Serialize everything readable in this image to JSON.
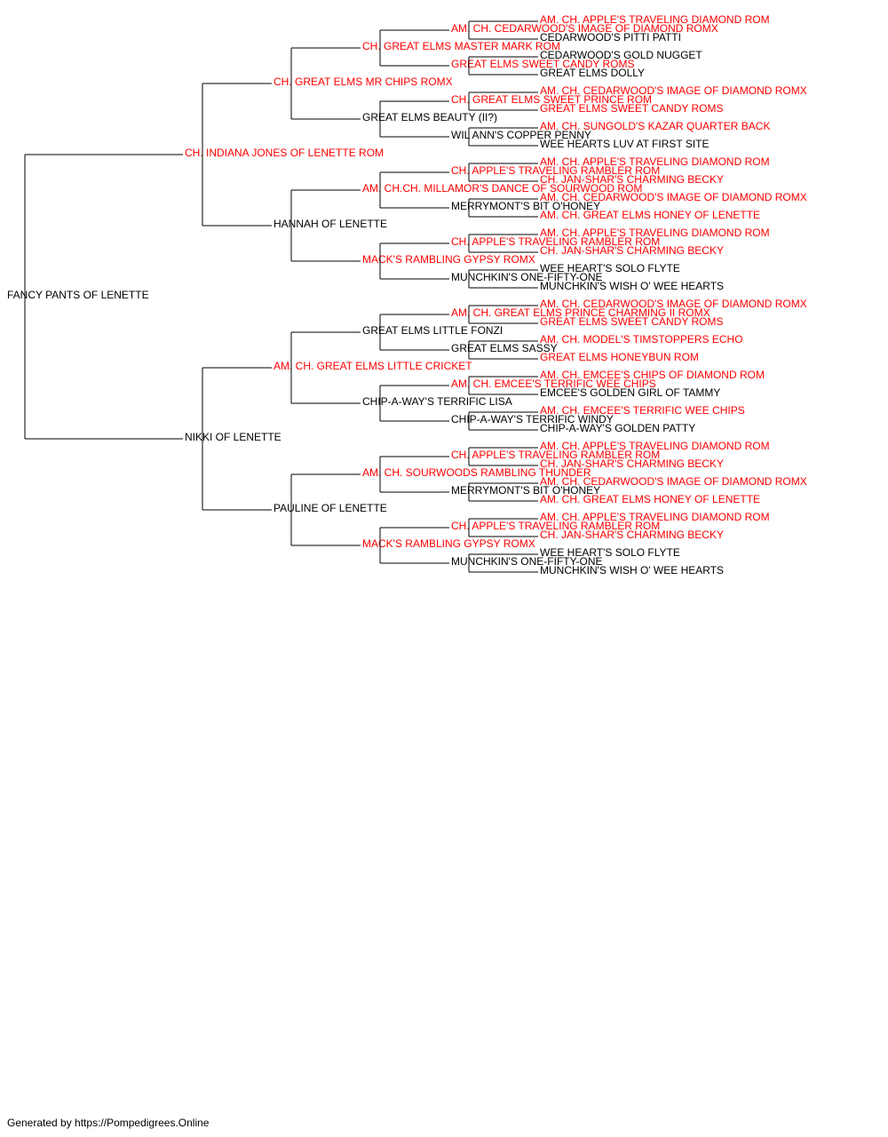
{
  "highlight_color": "#ff0000",
  "normal_color": "#000000",
  "line_color": "#000000",
  "pedigree": {
    "name": "FANCY PANTS OF LENETTE",
    "champion": false,
    "sire": {
      "name": "CH. INDIANA JONES OF LENETTE ROM",
      "champion": true,
      "sire": {
        "name": "CH. GREAT ELMS MR CHIPS ROMX",
        "champion": true,
        "sire": {
          "name": "CH. GREAT ELMS MASTER MARK ROM",
          "champion": true,
          "sire": {
            "name": "AM. CH. CEDARWOOD'S IMAGE OF DIAMOND ROMX",
            "champion": true,
            "sire": {
              "name": "AM. CH. APPLE'S TRAVELING DIAMOND ROM",
              "champion": true
            },
            "dam": {
              "name": "CEDARWOOD'S PITTI PATTI",
              "champion": false
            }
          },
          "dam": {
            "name": "GREAT ELMS SWEET CANDY ROMS",
            "champion": true,
            "sire": {
              "name": "CEDARWOOD'S GOLD NUGGET",
              "champion": false
            },
            "dam": {
              "name": "GREAT ELMS DOLLY",
              "champion": false
            }
          }
        },
        "dam": {
          "name": "GREAT ELMS BEAUTY (II?)",
          "champion": false,
          "sire": {
            "name": "CH. GREAT ELMS SWEET PRINCE ROM",
            "champion": true,
            "sire": {
              "name": "AM. CH. CEDARWOOD'S IMAGE OF DIAMOND ROMX",
              "champion": true
            },
            "dam": {
              "name": "GREAT ELMS SWEET CANDY ROMS",
              "champion": true
            }
          },
          "dam": {
            "name": "WIL ANN'S COPPER PENNY",
            "champion": false,
            "sire": {
              "name": "AM. CH. SUNGOLD'S KAZAR QUARTER BACK",
              "champion": true
            },
            "dam": {
              "name": "WEE HEARTS LUV AT FIRST SITE",
              "champion": false
            }
          }
        }
      },
      "dam": {
        "name": "HANNAH OF LENETTE",
        "champion": false,
        "sire": {
          "name": "AM. CH.CH. MILLAMOR'S DANCE OF SOURWOOD ROM",
          "champion": true,
          "sire": {
            "name": "CH. APPLE'S TRAVELING RAMBLER ROM",
            "champion": true,
            "sire": {
              "name": "AM. CH. APPLE'S TRAVELING DIAMOND ROM",
              "champion": true
            },
            "dam": {
              "name": "CH. JAN-SHAR'S CHARMING BECKY",
              "champion": true
            }
          },
          "dam": {
            "name": "MERRYMONT'S BIT O'HONEY",
            "champion": false,
            "sire": {
              "name": "AM. CH. CEDARWOOD'S IMAGE OF DIAMOND ROMX",
              "champion": true
            },
            "dam": {
              "name": "AM. CH. GREAT ELMS HONEY OF LENETTE",
              "champion": true
            }
          }
        },
        "dam": {
          "name": "MACK'S RAMBLING GYPSY ROMX",
          "champion": true,
          "sire": {
            "name": "CH. APPLE'S TRAVELING RAMBLER ROM",
            "champion": true,
            "sire": {
              "name": "AM. CH. APPLE'S TRAVELING DIAMOND ROM",
              "champion": true
            },
            "dam": {
              "name": "CH. JAN-SHAR'S CHARMING BECKY",
              "champion": true
            }
          },
          "dam": {
            "name": "MUNCHKIN'S ONE-FIFTY-ONE",
            "champion": false,
            "sire": {
              "name": "WEE HEART'S SOLO FLYTE",
              "champion": false
            },
            "dam": {
              "name": "MUNCHKIN'S WISH O' WEE HEARTS",
              "champion": false
            }
          }
        }
      }
    },
    "dam": {
      "name": "NIKKI OF LENETTE",
      "champion": false,
      "sire": {
        "name": "AM. CH. GREAT ELMS LITTLE CRICKET",
        "champion": true,
        "sire": {
          "name": "GREAT ELMS LITTLE FONZI",
          "champion": false,
          "sire": {
            "name": "AM. CH. GREAT ELMS PRINCE CHARMING II ROMX",
            "champion": true,
            "sire": {
              "name": "AM. CH. CEDARWOOD'S IMAGE OF DIAMOND ROMX",
              "champion": true
            },
            "dam": {
              "name": "GREAT ELMS SWEET CANDY ROMS",
              "champion": true
            }
          },
          "dam": {
            "name": "GREAT ELMS SASSY",
            "champion": false,
            "sire": {
              "name": "AM. CH. MODEL'S TIMSTOPPERS ECHO",
              "champion": true
            },
            "dam": {
              "name": "GREAT ELMS HONEYBUN ROM",
              "champion": true
            }
          }
        },
        "dam": {
          "name": "CHIP-A-WAY'S TERRIFIC LISA",
          "champion": false,
          "sire": {
            "name": "AM. CH. EMCEE'S TERRIFIC WEE CHIPS",
            "champion": true,
            "sire": {
              "name": "AM. CH. EMCEE'S CHIPS OF DIAMOND ROM",
              "champion": true
            },
            "dam": {
              "name": "EMCEE'S GOLDEN GIRL OF TAMMY",
              "champion": false
            }
          },
          "dam": {
            "name": "CHIP-A-WAY'S TERRIFIC WINDY",
            "champion": false,
            "sire": {
              "name": "AM. CH. EMCEE'S TERRIFIC WEE CHIPS",
              "champion": true
            },
            "dam": {
              "name": "CHIP-A-WAY'S GOLDEN PATTY",
              "champion": false
            }
          }
        }
      },
      "dam": {
        "name": "PAULINE OF LENETTE",
        "champion": false,
        "sire": {
          "name": "AM. CH. SOURWOODS RAMBLING THUNDER",
          "champion": true,
          "sire": {
            "name": "CH. APPLE'S TRAVELING RAMBLER ROM",
            "champion": true,
            "sire": {
              "name": "AM. CH. APPLE'S TRAVELING DIAMOND ROM",
              "champion": true
            },
            "dam": {
              "name": "CH. JAN-SHAR'S CHARMING BECKY",
              "champion": true
            }
          },
          "dam": {
            "name": "MERRYMONT'S BIT O'HONEY",
            "champion": false,
            "sire": {
              "name": "AM. CH. CEDARWOOD'S IMAGE OF DIAMOND ROMX",
              "champion": true
            },
            "dam": {
              "name": "AM. CH. GREAT ELMS HONEY OF LENETTE",
              "champion": true
            }
          }
        },
        "dam": {
          "name": "MACK'S RAMBLING GYPSY ROMX",
          "champion": true,
          "sire": {
            "name": "CH. APPLE'S TRAVELING RAMBLER ROM",
            "champion": true,
            "sire": {
              "name": "AM. CH. APPLE'S TRAVELING DIAMOND ROM",
              "champion": true
            },
            "dam": {
              "name": "CH. JAN-SHAR'S CHARMING BECKY",
              "champion": true
            }
          },
          "dam": {
            "name": "MUNCHKIN'S ONE-FIFTY-ONE",
            "champion": false,
            "sire": {
              "name": "WEE HEART'S SOLO FLYTE",
              "champion": false
            },
            "dam": {
              "name": "MUNCHKIN'S WISH O' WEE HEARTS",
              "champion": false
            }
          }
        }
      }
    }
  },
  "footer": "Generated by https://Pompedigrees.Online"
}
